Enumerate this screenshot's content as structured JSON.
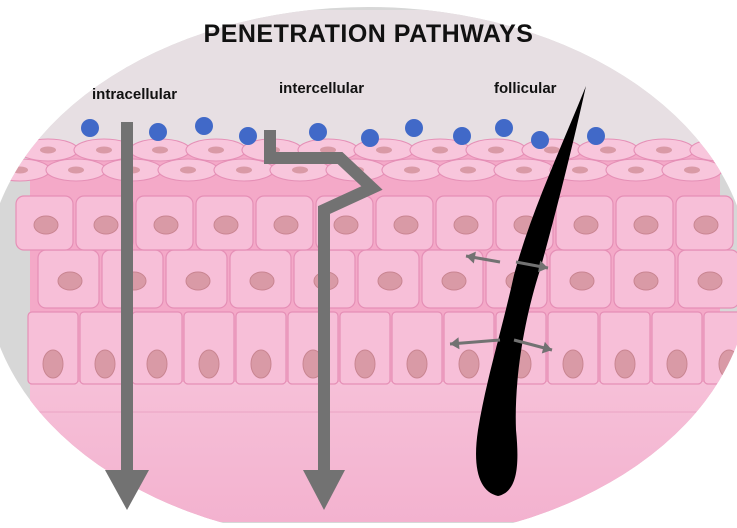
{
  "title": "PENETRATION PATHWAYS",
  "pathways": [
    {
      "label": "intracellular"
    },
    {
      "label": "intercellular"
    },
    {
      "label": "follicular"
    }
  ],
  "colors": {
    "background_disc": "#d7d7d7",
    "surface": "#e7dfe3",
    "skin": "#f4a9c8",
    "cell": "#f7bfd8",
    "cell_outline": "#e58fb6",
    "nucleus": "#d99aa6",
    "particle": "#4169c8",
    "arrow": "#727272",
    "hair": "#000000"
  },
  "icons": [
    "particle-dot",
    "hair-follicle",
    "pathway-arrow"
  ]
}
